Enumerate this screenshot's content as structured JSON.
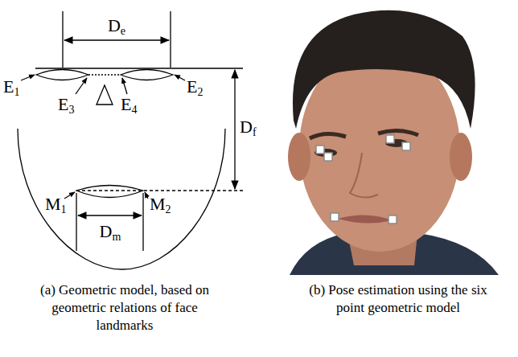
{
  "diagram": {
    "labels": [
      "De",
      "E1",
      "E2",
      "E3",
      "E4",
      "Df",
      "M1",
      "M2",
      "Dm",
      "(a) Geometric model, based on geometric relations of face landmarks",
      "(b) Pose estimation using the six point geometric model"
    ]
  }
}
